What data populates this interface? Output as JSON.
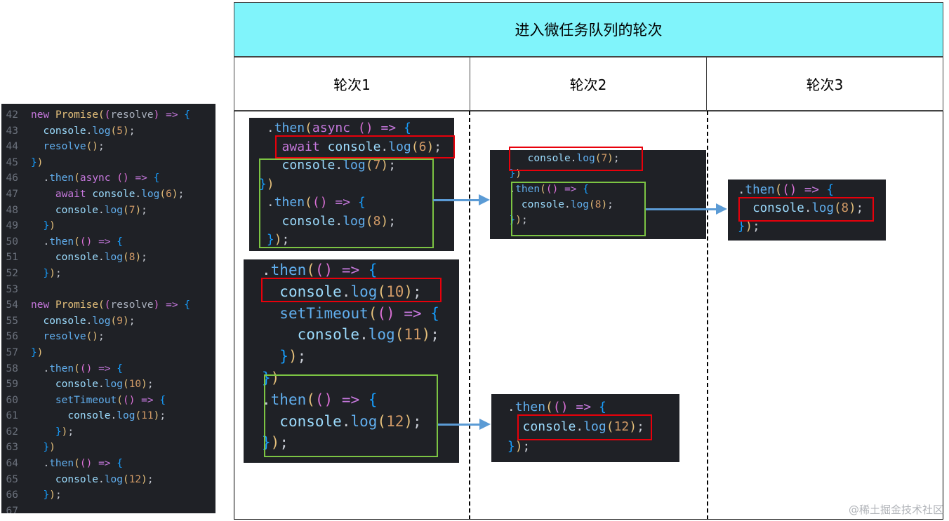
{
  "table": {
    "title": "进入微任务队列的轮次",
    "columns": [
      "轮次1",
      "轮次2",
      "轮次3"
    ]
  },
  "left_code": {
    "lines": [
      {
        "n": "42",
        "html": "<span class='kw'>new</span> <span class='cls'>Promise</span><span class='br1'>(</span><span class='br2'>(</span><span class='id'>resolve</span><span class='br2'>)</span> <span class='kw'>=&gt;</span> <span class='br3'>{</span>"
      },
      {
        "n": "43",
        "html": "  <span class='obj'>console</span>.<span class='fn'>log</span><span class='br1'>(</span><span class='num'>5</span><span class='br1'>)</span>;"
      },
      {
        "n": "44",
        "html": "  <span class='fn'>resolve</span><span class='br1'>()</span>;"
      },
      {
        "n": "45",
        "html": "<span class='br3'>}</span><span class='br1'>)</span>"
      },
      {
        "n": "46",
        "html": "  .<span class='fn'>then</span><span class='br1'>(</span><span class='kw'>async</span> <span class='br2'>()</span> <span class='kw'>=&gt;</span> <span class='br3'>{</span>"
      },
      {
        "n": "47",
        "html": "    <span class='kw'>await</span> <span class='obj'>console</span>.<span class='fn'>log</span><span class='br1'>(</span><span class='num'>6</span><span class='br1'>)</span>;"
      },
      {
        "n": "48",
        "html": "    <span class='obj'>console</span>.<span class='fn'>log</span><span class='br1'>(</span><span class='num'>7</span><span class='br1'>)</span>;"
      },
      {
        "n": "49",
        "html": "  <span class='br3'>}</span><span class='br1'>)</span>"
      },
      {
        "n": "50",
        "html": "  .<span class='fn'>then</span><span class='br1'>(</span><span class='br2'>()</span> <span class='kw'>=&gt;</span> <span class='br3'>{</span>"
      },
      {
        "n": "51",
        "html": "    <span class='obj'>console</span>.<span class='fn'>log</span><span class='br1'>(</span><span class='num'>8</span><span class='br1'>)</span>;"
      },
      {
        "n": "52",
        "html": "  <span class='br3'>}</span><span class='br1'>)</span>;"
      },
      {
        "n": "53",
        "html": ""
      },
      {
        "n": "54",
        "html": "<span class='kw'>new</span> <span class='cls'>Promise</span><span class='br1'>(</span><span class='br2'>(</span><span class='id'>resolve</span><span class='br2'>)</span> <span class='kw'>=&gt;</span> <span class='br3'>{</span>"
      },
      {
        "n": "55",
        "html": "  <span class='obj'>console</span>.<span class='fn'>log</span><span class='br1'>(</span><span class='num'>9</span><span class='br1'>)</span>;"
      },
      {
        "n": "56",
        "html": "  <span class='fn'>resolve</span><span class='br1'>()</span>;"
      },
      {
        "n": "57",
        "html": "<span class='br3'>}</span><span class='br1'>)</span>"
      },
      {
        "n": "58",
        "html": "  .<span class='fn'>then</span><span class='br1'>(</span><span class='br2'>()</span> <span class='kw'>=&gt;</span> <span class='br3'>{</span>"
      },
      {
        "n": "59",
        "html": "    <span class='obj'>console</span>.<span class='fn'>log</span><span class='br1'>(</span><span class='num'>10</span><span class='br1'>)</span>;"
      },
      {
        "n": "60",
        "html": "    <span class='fn'>setTimeout</span><span class='br1'>(</span><span class='br2'>()</span> <span class='kw'>=&gt;</span> <span class='br3'>{</span>"
      },
      {
        "n": "61",
        "html": "      <span class='obj'>console</span>.<span class='fn'>log</span><span class='br1'>(</span><span class='num'>11</span><span class='br1'>)</span>;"
      },
      {
        "n": "62",
        "html": "    <span class='br3'>}</span><span class='br1'>)</span>;"
      },
      {
        "n": "63",
        "html": "  <span class='br3'>}</span><span class='br1'>)</span>"
      },
      {
        "n": "64",
        "html": "  .<span class='fn'>then</span><span class='br1'>(</span><span class='br2'>()</span> <span class='kw'>=&gt;</span> <span class='br3'>{</span>"
      },
      {
        "n": "65",
        "html": "    <span class='obj'>console</span>.<span class='fn'>log</span><span class='br1'>(</span><span class='num'>12</span><span class='br1'>)</span>;"
      },
      {
        "n": "66",
        "html": "  <span class='br3'>}</span><span class='br1'>)</span>;"
      },
      {
        "n": "67",
        "html": ""
      }
    ]
  },
  "snip_r1a": [
    " .<span class='fn'>then</span><span class='br1'>(</span><span class='kw'>async</span> <span class='br2'>()</span> <span class='kw'>=&gt;</span> <span class='br3'>{</span>",
    "   <span class='kw'>await</span> <span class='obj'>console</span>.<span class='fn'>log</span><span class='br1'>(</span><span class='num'>6</span><span class='br1'>)</span>;",
    "   <span class='obj'>console</span>.<span class='fn'>log</span><span class='br1'>(</span><span class='num'>7</span><span class='br1'>)</span>;",
    "<span class='br3'>}</span><span class='br1'>)</span>",
    " .<span class='fn'>then</span><span class='br1'>(</span><span class='br2'>()</span> <span class='kw'>=&gt;</span> <span class='br3'>{</span>",
    "   <span class='obj'>console</span>.<span class='fn'>log</span><span class='br1'>(</span><span class='num'>8</span><span class='br1'>)</span>;",
    " <span class='br3'>}</span><span class='br1'>)</span>;"
  ],
  "snip_r1b": [
    ".<span class='fn'>then</span><span class='br1'>(</span><span class='br2'>()</span> <span class='kw'>=&gt;</span> <span class='br3'>{</span>",
    "  <span class='obj'>console</span>.<span class='fn'>log</span><span class='br1'>(</span><span class='num'>10</span><span class='br1'>)</span>;",
    "  <span class='fn'>setTimeout</span><span class='br1'>(</span><span class='br2'>()</span> <span class='kw'>=&gt;</span> <span class='br3'>{</span>",
    "    <span class='obj'>console</span>.<span class='fn'>log</span><span class='br1'>(</span><span class='num'>11</span><span class='br1'>)</span>;",
    "  <span class='br3'>}</span><span class='br1'>)</span>;",
    "<span class='br3'>}</span><span class='br1'>)</span>",
    ".<span class='fn'>then</span><span class='br1'>(</span><span class='br2'>()</span> <span class='kw'>=&gt;</span> <span class='br3'>{</span>",
    "  <span class='obj'>console</span>.<span class='fn'>log</span><span class='br1'>(</span><span class='num'>12</span><span class='br1'>)</span>;",
    "<span class='br3'>}</span><span class='br1'>)</span>;"
  ],
  "snip_r2a": [
    "     <span class='obj'>console</span>.<span class='fn'>log</span><span class='br1'>(</span><span class='num'>7</span><span class='br1'>)</span>;",
    "  <span class='br3'>}</span><span class='br1'>)</span>",
    "  .<span class='fn'>then</span><span class='br1'>(</span><span class='br2'>()</span> <span class='kw'>=&gt;</span> <span class='br3'>{</span>",
    "    <span class='obj'>console</span>.<span class='fn'>log</span><span class='br1'>(</span><span class='num'>8</span><span class='br1'>)</span>;",
    "  <span class='br3'>}</span><span class='br1'>)</span>;"
  ],
  "snip_r2b": [
    " .<span class='fn'>then</span><span class='br1'>(</span><span class='br2'>()</span> <span class='kw'>=&gt;</span> <span class='br3'>{</span>",
    "   <span class='obj'>console</span>.<span class='fn'>log</span><span class='br1'>(</span><span class='num'>12</span><span class='br1'>)</span>;",
    " <span class='br3'>}</span><span class='br1'>)</span>;"
  ],
  "snip_r3": [
    ".<span class='fn'>then</span><span class='br1'>(</span><span class='br2'>()</span> <span class='kw'>=&gt;</span> <span class='br3'>{</span>",
    "  <span class='obj'>console</span>.<span class='fn'>log</span><span class='br1'>(</span><span class='num'>8</span><span class='br1'>)</span>;",
    "<span class='br3'>}</span><span class='br1'>)</span>;"
  ],
  "watermark": "@稀土掘金技术社区"
}
